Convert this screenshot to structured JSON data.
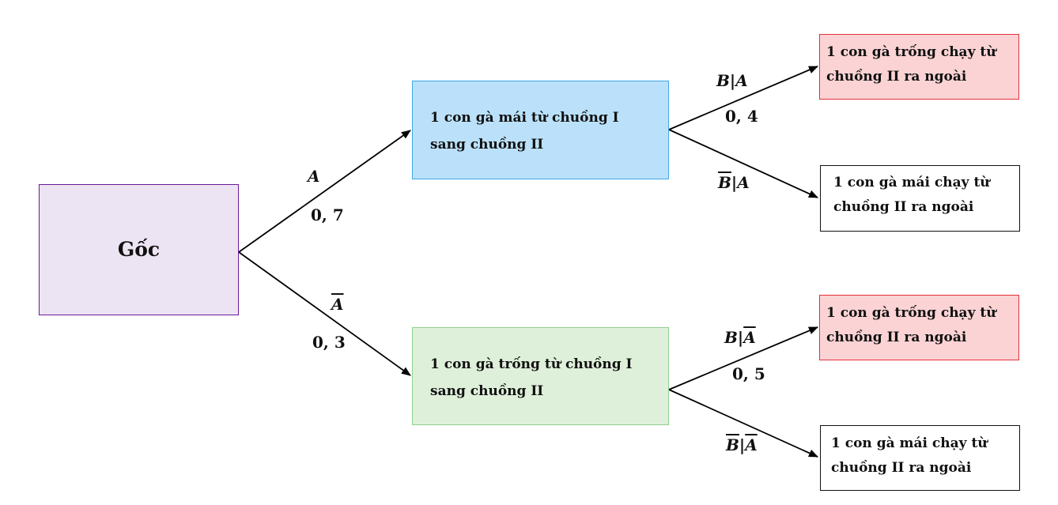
{
  "colors": {
    "root_fill": "#ede4f3",
    "root_border": "#6a1b9a",
    "mid_a_fill": "#bbe1fa",
    "mid_a_border": "#3fa7e8",
    "mid_b_fill": "#dff0da",
    "mid_b_border": "#8fd08f",
    "leaf_red_fill": "#fbd3d4",
    "leaf_red_border": "#e5303c",
    "leaf_white_fill": "#ffffff",
    "leaf_white_border": "#111111",
    "edge": "#000000"
  },
  "root": {
    "label": "Gốc"
  },
  "branches": [
    {
      "event": "A",
      "prob": "0, 7",
      "node": {
        "line1": "1 con gà mái từ chuồng I",
        "line2": "sang chuồng II"
      },
      "children": [
        {
          "event_main": "B",
          "event_cond": "A",
          "event_main_bar": false,
          "event_cond_bar": false,
          "prob": "0, 4",
          "node": {
            "line1": "1 con gà trống chạy từ",
            "line2": "chuồng II ra ngoài"
          }
        },
        {
          "event_main": "B",
          "event_cond": "A",
          "event_main_bar": true,
          "event_cond_bar": false,
          "prob": "",
          "node": {
            "line1": "1 con gà mái chạy từ",
            "line2": "chuồng II ra ngoài"
          }
        }
      ]
    },
    {
      "event": "A",
      "event_bar": true,
      "prob": "0, 3",
      "node": {
        "line1": "1 con gà trống từ chuồng I",
        "line2": "sang chuồng II"
      },
      "children": [
        {
          "event_main": "B",
          "event_cond": "A",
          "event_main_bar": false,
          "event_cond_bar": true,
          "prob": "0, 5",
          "node": {
            "line1": "1 con gà trống chạy từ",
            "line2": "chuồng II ra ngoài"
          }
        },
        {
          "event_main": "B",
          "event_cond": "A",
          "event_main_bar": true,
          "event_cond_bar": true,
          "prob": "",
          "node": {
            "line1": "1 con gà mái chạy từ",
            "line2": "chuồng II ra ngoài"
          }
        }
      ]
    }
  ]
}
